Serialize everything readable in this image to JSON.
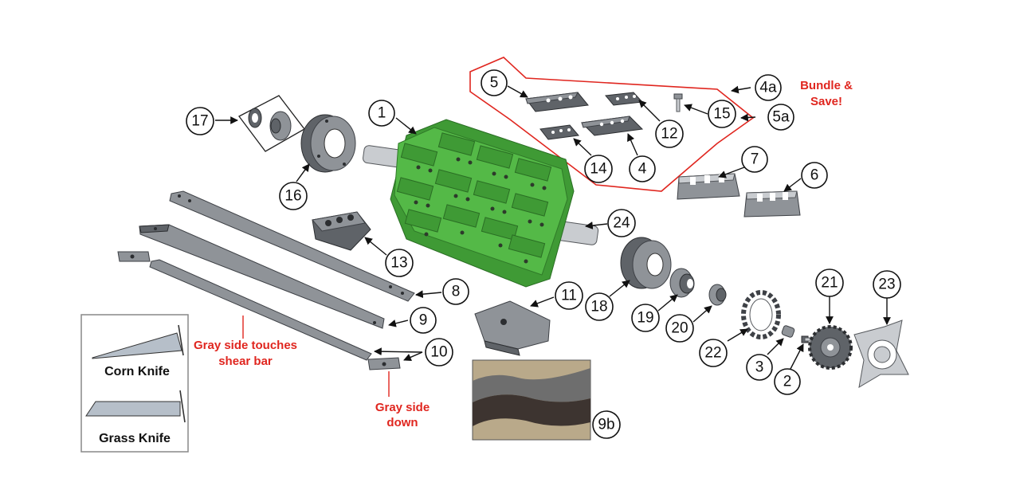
{
  "diagram": {
    "callouts": [
      {
        "id": "1",
        "label": "1"
      },
      {
        "id": "2",
        "label": "2"
      },
      {
        "id": "3",
        "label": "3"
      },
      {
        "id": "4",
        "label": "4"
      },
      {
        "id": "4a",
        "label": "4a"
      },
      {
        "id": "5",
        "label": "5"
      },
      {
        "id": "5a",
        "label": "5a"
      },
      {
        "id": "6",
        "label": "6"
      },
      {
        "id": "7",
        "label": "7"
      },
      {
        "id": "8",
        "label": "8"
      },
      {
        "id": "9",
        "label": "9"
      },
      {
        "id": "9b",
        "label": "9b"
      },
      {
        "id": "10",
        "label": "10"
      },
      {
        "id": "11",
        "label": "11"
      },
      {
        "id": "12",
        "label": "12"
      },
      {
        "id": "13",
        "label": "13"
      },
      {
        "id": "14",
        "label": "14"
      },
      {
        "id": "15",
        "label": "15"
      },
      {
        "id": "16",
        "label": "16"
      },
      {
        "id": "17",
        "label": "17"
      },
      {
        "id": "18",
        "label": "18"
      },
      {
        "id": "19",
        "label": "19"
      },
      {
        "id": "20",
        "label": "20"
      },
      {
        "id": "21",
        "label": "21"
      },
      {
        "id": "22",
        "label": "22"
      },
      {
        "id": "23",
        "label": "23"
      },
      {
        "id": "24",
        "label": "24"
      }
    ],
    "notes": {
      "bundle_line1": "Bundle &",
      "bundle_line2": "Save!",
      "gray_touches_line1": "Gray side touches",
      "gray_touches_line2": "shear bar",
      "gray_down_line1": "Gray side",
      "gray_down_line2": "down"
    },
    "legend": {
      "corn_knife": "Corn Knife",
      "grass_knife": "Grass Knife"
    },
    "colors": {
      "drum_green": "#54b947",
      "note_red": "#e0261f",
      "steel_gray": "#8f9398"
    }
  }
}
